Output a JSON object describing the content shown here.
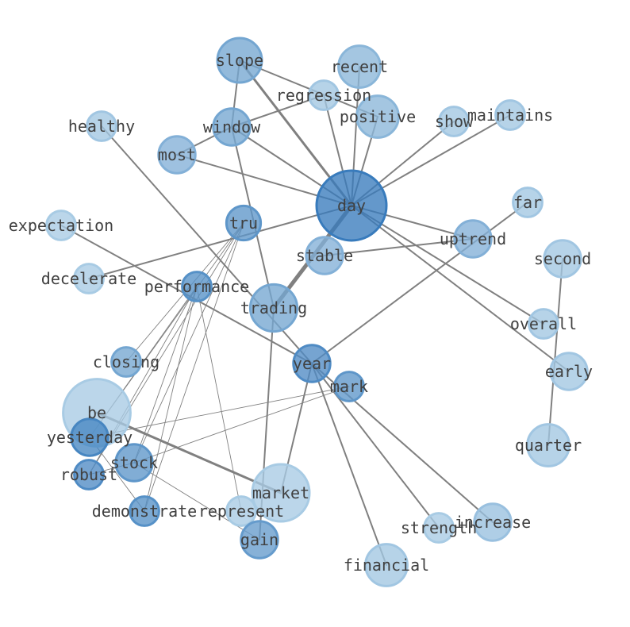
{
  "graph": {
    "nodes": [
      {
        "id": "day",
        "label": "day",
        "weight": 1.0,
        "shade": 0.95
      },
      {
        "id": "slope",
        "label": "slope",
        "weight": 0.5,
        "shade": 0.55
      },
      {
        "id": "recent",
        "label": "recent",
        "weight": 0.45,
        "shade": 0.4
      },
      {
        "id": "regression",
        "label": "regression",
        "weight": 0.2,
        "shade": 0.25
      },
      {
        "id": "positive",
        "label": "positive",
        "weight": 0.45,
        "shade": 0.4
      },
      {
        "id": "show",
        "label": "show",
        "weight": 0.2,
        "shade": 0.25
      },
      {
        "id": "maintains",
        "label": "maintains",
        "weight": 0.2,
        "shade": 0.25
      },
      {
        "id": "healthy",
        "label": "healthy",
        "weight": 0.2,
        "shade": 0.25
      },
      {
        "id": "window",
        "label": "window",
        "weight": 0.35,
        "shade": 0.55
      },
      {
        "id": "most",
        "label": "most",
        "weight": 0.35,
        "shade": 0.45
      },
      {
        "id": "far",
        "label": "far",
        "weight": 0.2,
        "shade": 0.25
      },
      {
        "id": "expectation",
        "label": "expectation",
        "weight": 0.2,
        "shade": 0.2
      },
      {
        "id": "tru",
        "label": "tru",
        "weight": 0.3,
        "shade": 0.7
      },
      {
        "id": "uptrend",
        "label": "uptrend",
        "weight": 0.35,
        "shade": 0.45
      },
      {
        "id": "stable",
        "label": "stable",
        "weight": 0.35,
        "shade": 0.45
      },
      {
        "id": "second",
        "label": "second",
        "weight": 0.35,
        "shade": 0.25
      },
      {
        "id": "decelerate",
        "label": "decelerate",
        "weight": 0.2,
        "shade": 0.2
      },
      {
        "id": "performance",
        "label": "performance",
        "weight": 0.2,
        "shade": 0.75
      },
      {
        "id": "trading",
        "label": "trading",
        "weight": 0.55,
        "shade": 0.55
      },
      {
        "id": "overall",
        "label": "overall",
        "weight": 0.2,
        "shade": 0.25
      },
      {
        "id": "closing",
        "label": "closing",
        "weight": 0.2,
        "shade": 0.55
      },
      {
        "id": "year",
        "label": "year",
        "weight": 0.35,
        "shade": 0.8
      },
      {
        "id": "early",
        "label": "early",
        "weight": 0.35,
        "shade": 0.25
      },
      {
        "id": "mark",
        "label": "mark",
        "weight": 0.2,
        "shade": 0.7
      },
      {
        "id": "be",
        "label": "be",
        "weight": 0.95,
        "shade": 0.2
      },
      {
        "id": "yesterday",
        "label": "yesterday",
        "weight": 0.35,
        "shade": 0.85
      },
      {
        "id": "stock",
        "label": "stock",
        "weight": 0.35,
        "shade": 0.7
      },
      {
        "id": "robust",
        "label": "robust",
        "weight": 0.2,
        "shade": 0.8
      },
      {
        "id": "quarter",
        "label": "quarter",
        "weight": 0.45,
        "shade": 0.25
      },
      {
        "id": "market",
        "label": "market",
        "weight": 0.75,
        "shade": 0.2
      },
      {
        "id": "demonstrate",
        "label": "demonstrate",
        "weight": 0.2,
        "shade": 0.75
      },
      {
        "id": "represent",
        "label": "represent",
        "weight": 0.2,
        "shade": 0.2
      },
      {
        "id": "gain",
        "label": "gain",
        "weight": 0.35,
        "shade": 0.65
      },
      {
        "id": "strength",
        "label": "strength",
        "weight": 0.2,
        "shade": 0.2
      },
      {
        "id": "increase",
        "label": "increase",
        "weight": 0.35,
        "shade": 0.3
      },
      {
        "id": "financial",
        "label": "financial",
        "weight": 0.45,
        "shade": 0.25
      }
    ],
    "edges": [
      {
        "source": "day",
        "target": "slope",
        "weight": 3
      },
      {
        "source": "day",
        "target": "recent",
        "weight": 2
      },
      {
        "source": "day",
        "target": "regression",
        "weight": 2
      },
      {
        "source": "day",
        "target": "positive",
        "weight": 2
      },
      {
        "source": "day",
        "target": "show",
        "weight": 2
      },
      {
        "source": "day",
        "target": "maintains",
        "weight": 2
      },
      {
        "source": "day",
        "target": "window",
        "weight": 2
      },
      {
        "source": "day",
        "target": "most",
        "weight": 2
      },
      {
        "source": "day",
        "target": "uptrend",
        "weight": 2
      },
      {
        "source": "day",
        "target": "decelerate",
        "weight": 2
      },
      {
        "source": "day",
        "target": "trading",
        "weight": 5
      },
      {
        "source": "day",
        "target": "overall",
        "weight": 2
      },
      {
        "source": "day",
        "target": "early",
        "weight": 2
      },
      {
        "source": "slope",
        "target": "positive",
        "weight": 2
      },
      {
        "source": "slope",
        "target": "window",
        "weight": 2
      },
      {
        "source": "regression",
        "target": "window",
        "weight": 2
      },
      {
        "source": "window",
        "target": "most",
        "weight": 2
      },
      {
        "source": "window",
        "target": "trading",
        "weight": 2
      },
      {
        "source": "healthy",
        "target": "year",
        "weight": 2
      },
      {
        "source": "far",
        "target": "year",
        "weight": 2
      },
      {
        "source": "uptrend",
        "target": "stable",
        "weight": 2
      },
      {
        "source": "second",
        "target": "quarter",
        "weight": 2
      },
      {
        "source": "expectation",
        "target": "year",
        "weight": 2
      },
      {
        "source": "trading",
        "target": "gain",
        "weight": 2
      },
      {
        "source": "year",
        "target": "market",
        "weight": 2
      },
      {
        "source": "year",
        "target": "strength",
        "weight": 2
      },
      {
        "source": "year",
        "target": "increase",
        "weight": 2
      },
      {
        "source": "year",
        "target": "financial",
        "weight": 2
      },
      {
        "source": "be",
        "target": "market",
        "weight": 3
      },
      {
        "source": "tru",
        "target": "closing",
        "weight": 1
      },
      {
        "source": "tru",
        "target": "yesterday",
        "weight": 1
      },
      {
        "source": "tru",
        "target": "stock",
        "weight": 1
      },
      {
        "source": "tru",
        "target": "robust",
        "weight": 1
      },
      {
        "source": "tru",
        "target": "demonstrate",
        "weight": 1
      },
      {
        "source": "performance",
        "target": "yesterday",
        "weight": 1
      },
      {
        "source": "performance",
        "target": "stock",
        "weight": 1
      },
      {
        "source": "performance",
        "target": "robust",
        "weight": 1
      },
      {
        "source": "performance",
        "target": "demonstrate",
        "weight": 1
      },
      {
        "source": "performance",
        "target": "represent",
        "weight": 1
      },
      {
        "source": "mark",
        "target": "stock",
        "weight": 1
      },
      {
        "source": "mark",
        "target": "yesterday",
        "weight": 1
      },
      {
        "source": "yesterday",
        "target": "demonstrate",
        "weight": 1
      },
      {
        "source": "robust",
        "target": "stock",
        "weight": 1
      },
      {
        "source": "stock",
        "target": "gain",
        "weight": 1
      }
    ]
  }
}
